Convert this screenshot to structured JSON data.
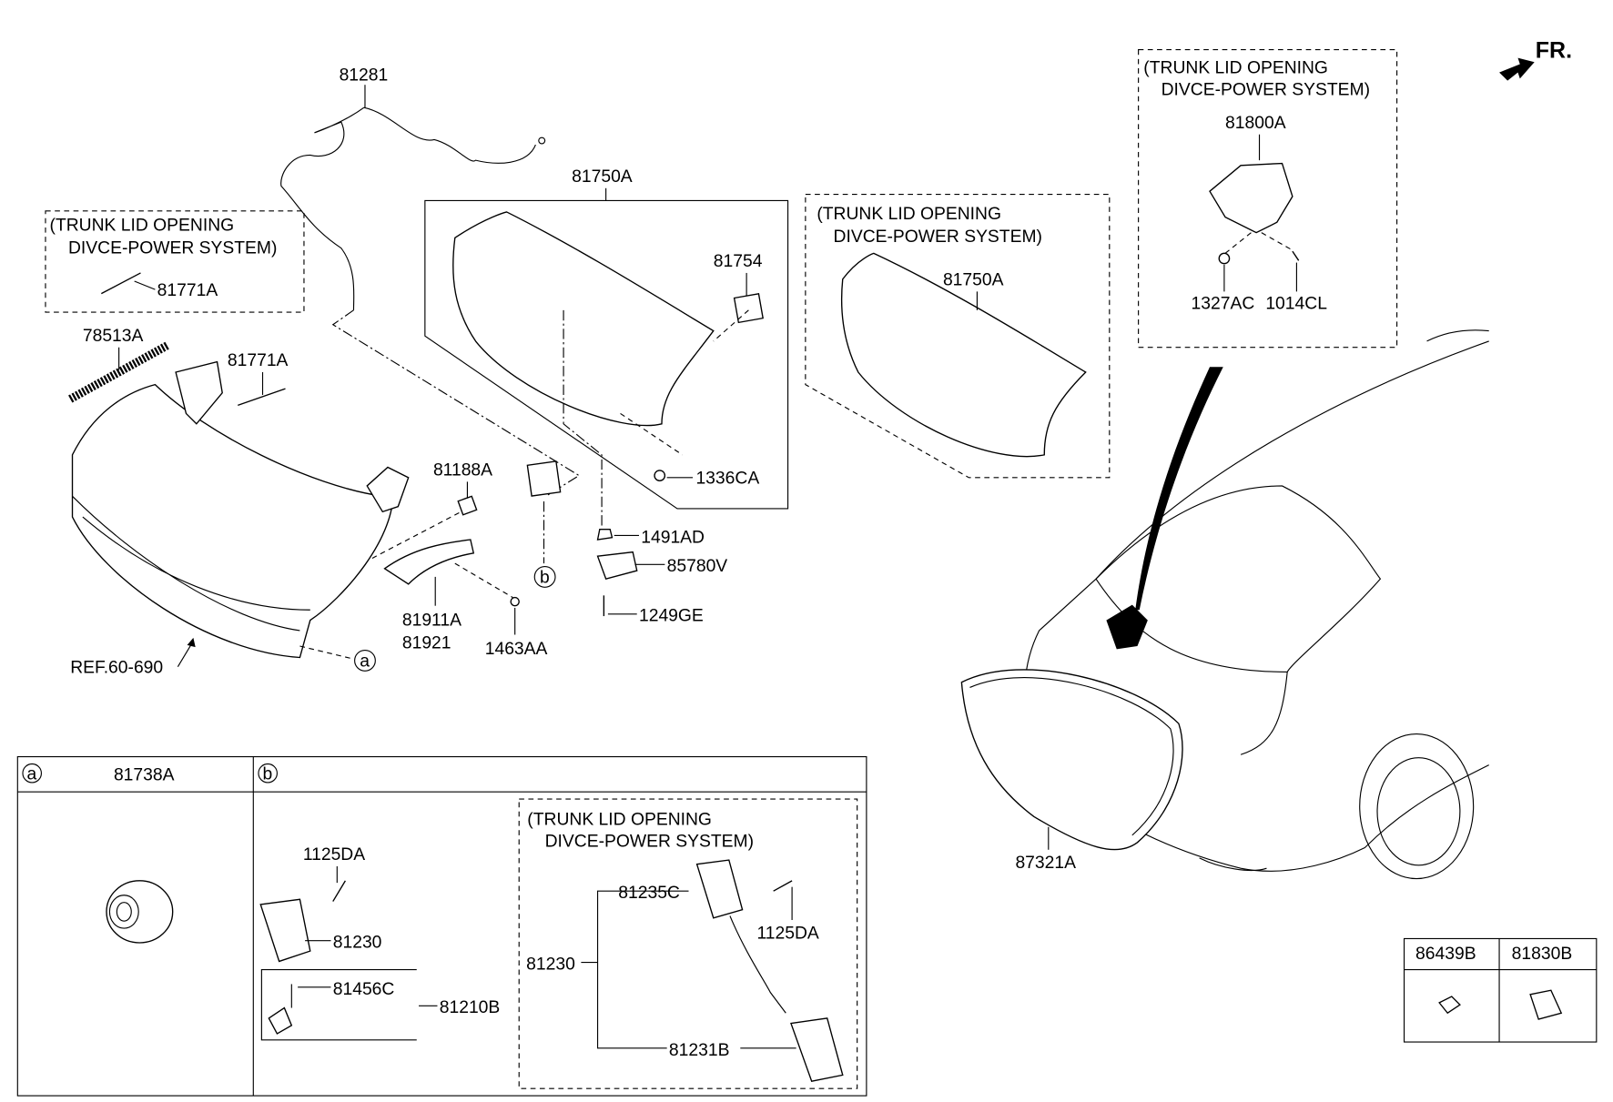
{
  "diagram": {
    "direction_label": "FR.",
    "callouts": [
      "81281",
      "(TRUNK LID OPENING",
      "DIVCE-POWER SYSTEM)",
      "81771A",
      "78513A",
      "81771A",
      "81750A",
      "81754",
      "1336CA",
      "81188A",
      "1491AD",
      "85780V",
      "1249GE",
      "81911A",
      "81921",
      "1463AA",
      "REF.60-690",
      "(TRUNK LID OPENING",
      "DIVCE-POWER SYSTEM)",
      "81750A",
      "(TRUNK LID OPENING",
      "DIVCE-POWER SYSTEM)",
      "81800A",
      "1327AC",
      "1014CL",
      "87321A"
    ],
    "markers": {
      "a": "a",
      "b": "b"
    }
  },
  "detail_table": {
    "col_a": {
      "marker": "a",
      "part": "81738A"
    },
    "col_b": {
      "marker": "b",
      "labels": [
        "1125DA",
        "81230",
        "81456C",
        "81210B"
      ],
      "power_box": {
        "title1": "(TRUNK LID OPENING",
        "title2": "DIVCE-POWER SYSTEM)",
        "labels": [
          "81235C",
          "1125DA",
          "81230",
          "81231B"
        ]
      }
    }
  },
  "small_table": {
    "headers": [
      "86439B",
      "81830B"
    ]
  }
}
